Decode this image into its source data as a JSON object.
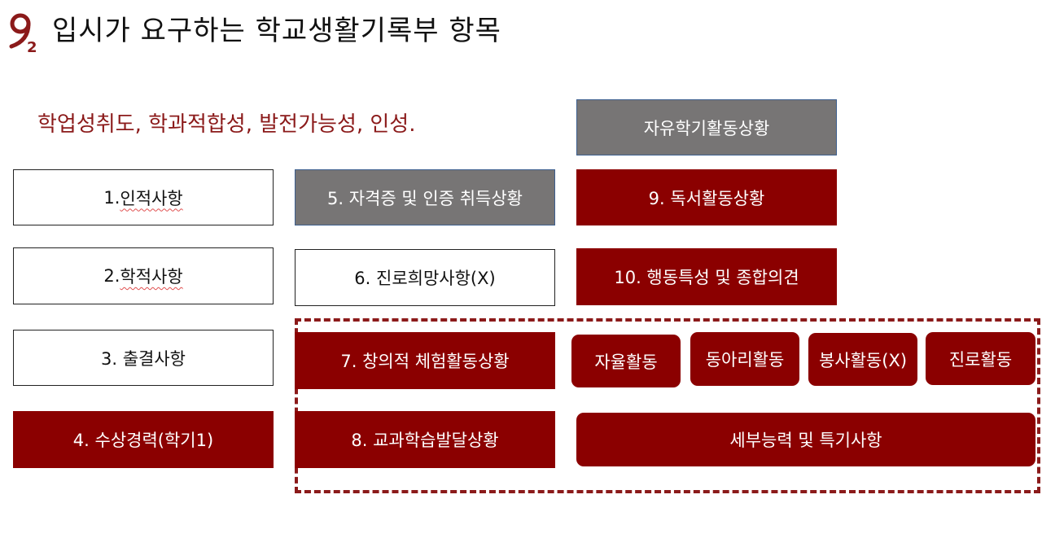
{
  "slide": {
    "title": "입시가 요구하는 학교생활기록부 항목",
    "subtitle": "학업성취도, 학과적합성, 발전가능성, 인성."
  },
  "items": {
    "free_semester": "자유학기활동상황",
    "item1_num": "1. ",
    "item1_text": "인적사항",
    "item2_num": "2. ",
    "item2_text": "학적사항",
    "item3": "3. 출결사항",
    "item4": "4. 수상경력(학기1)",
    "item5": "5. 자격증 및 인증 취득상황",
    "item6": "6. 진로희망사항(X)",
    "item7": "7. 창의적 체험활동상황",
    "item8": "8. 교과학습발달상황",
    "item9": "9. 독서활동상황",
    "item10": "10. 행동특성 및 종합의견"
  },
  "activities": {
    "autonomous": "자율활동",
    "club": "동아리활동",
    "volunteer": "봉사활동(X)",
    "career": "진로활동",
    "detail": "세부능력 및 특기사항"
  },
  "colors": {
    "brand_red": "#8b0000",
    "gray_fill": "#777575",
    "gray_border": "#3d5f8f"
  }
}
